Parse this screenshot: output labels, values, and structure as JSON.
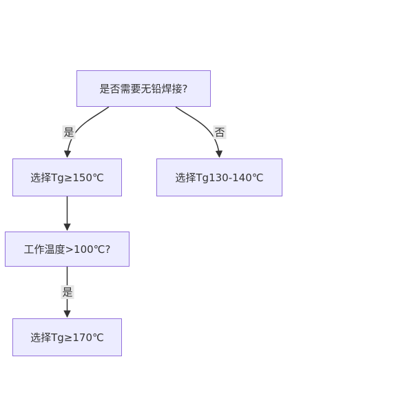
{
  "diagram": {
    "type": "flowchart",
    "direction": "top-down",
    "nodes": [
      {
        "id": "A",
        "label": "是否需要无铅焊接?"
      },
      {
        "id": "B",
        "label": "选择Tg≥150℃"
      },
      {
        "id": "C",
        "label": "选择Tg130-140℃"
      },
      {
        "id": "D",
        "label": "工作温度>100℃?"
      },
      {
        "id": "E",
        "label": "选择Tg≥170℃"
      }
    ],
    "edges": [
      {
        "from": "A",
        "to": "B",
        "label": "是"
      },
      {
        "from": "A",
        "to": "C",
        "label": "否"
      },
      {
        "from": "B",
        "to": "D",
        "label": ""
      },
      {
        "from": "D",
        "to": "E",
        "label": "是"
      }
    ],
    "colors": {
      "node_fill": "#ECECFF",
      "node_border": "#9370DB",
      "edge_line": "#333333",
      "edge_label_bg": "#e8e8e8",
      "text": "#333333"
    }
  }
}
